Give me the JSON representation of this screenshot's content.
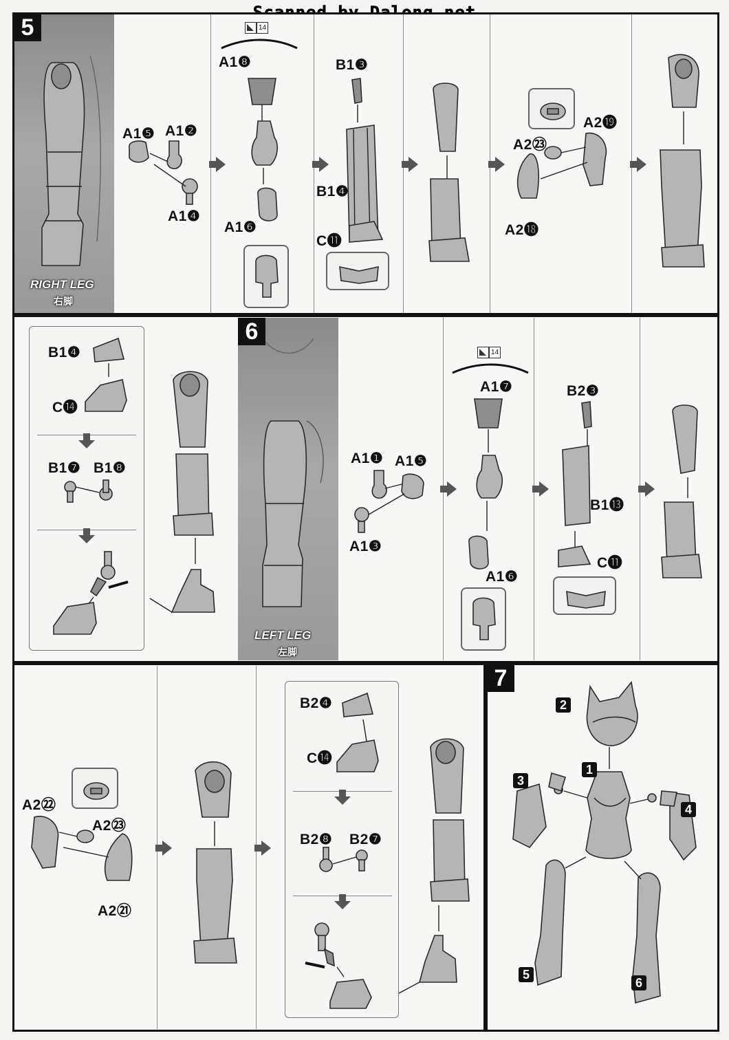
{
  "watermark": "Scanned by Dalong.net",
  "steps": {
    "s5": {
      "number": "5",
      "leg_label": "RIGHT LEG",
      "leg_kanji": "右脚",
      "tool_number": "14",
      "parts": {
        "a15": "A1",
        "a15n": "❺",
        "a12": "A1",
        "a12n": "❷",
        "a14": "A1",
        "a14n": "❹",
        "a18": "A1",
        "a18n": "❽",
        "a16": "A1",
        "a16n": "❻",
        "b13": "B1",
        "b13n": "❸",
        "b14": "B1",
        "b14n": "❹",
        "c11": "C",
        "c11n": "⓫",
        "a219": "A2",
        "a219n": "⓳",
        "a223": "A2",
        "a223n": "㉓",
        "a218": "A2",
        "a218n": "⓲"
      }
    },
    "s6": {
      "number": "6",
      "leg_label": "LEFT LEG",
      "leg_kanji": "左脚",
      "tool_number": "14",
      "parts": {
        "b14": "B1",
        "b14n": "❹",
        "c14": "C",
        "c14n": "⓮",
        "b17": "B1",
        "b17n": "❼",
        "b18": "B1",
        "b18n": "❽",
        "a17": "A1",
        "a17n": "❼",
        "a11": "A1",
        "a11n": "❶",
        "a15": "A1",
        "a15n": "❺",
        "a13": "A1",
        "a13n": "❸",
        "a16": "A1",
        "a16n": "❻",
        "b23": "B2",
        "b23n": "❸",
        "b113": "B1",
        "b113n": "⓭",
        "c11": "C",
        "c11n": "⓫"
      }
    },
    "s6b": {
      "parts": {
        "a222": "A2",
        "a222n": "㉒",
        "a223": "A2",
        "a223n": "㉓",
        "a221": "A2",
        "a221n": "㉑",
        "b24": "B2",
        "b24n": "❹",
        "c14": "C",
        "c14n": "⓮",
        "b28": "B2",
        "b28n": "❽",
        "b27": "B2",
        "b27n": "❼"
      }
    },
    "s7": {
      "number": "7",
      "callouts": [
        "1",
        "2",
        "3",
        "4",
        "5",
        "6"
      ]
    }
  }
}
